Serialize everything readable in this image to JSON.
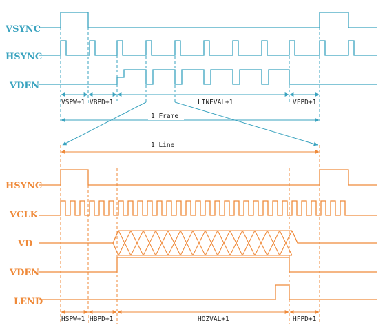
{
  "colors": {
    "top": "#3aa3bf",
    "bottom": "#ef8a3a",
    "text_dark": "#222222"
  },
  "top_section": {
    "signals": [
      {
        "key": "vsync",
        "label": "VSYNC"
      },
      {
        "key": "hsync",
        "label": "HSYNC"
      },
      {
        "key": "vden",
        "label": "VDEN"
      }
    ],
    "measurements": [
      {
        "key": "vspw",
        "label": "VSPW+1"
      },
      {
        "key": "vbpd",
        "label": "VBPD+1"
      },
      {
        "key": "lineval",
        "label": "LINEVAL+1"
      },
      {
        "key": "vfpd",
        "label": "VFPD+1"
      }
    ],
    "span_label": "1 Frame"
  },
  "bottom_section": {
    "span_label": "1 Line",
    "signals": [
      {
        "key": "hsync",
        "label": "HSYNC"
      },
      {
        "key": "vclk",
        "label": "VCLK"
      },
      {
        "key": "vd",
        "label": "VD"
      },
      {
        "key": "vden",
        "label": "VDEN"
      },
      {
        "key": "lend",
        "label": "LEND"
      }
    ],
    "measurements": [
      {
        "key": "hspw",
        "label": "HSPW+1"
      },
      {
        "key": "hbpd",
        "label": "HBPD+1"
      },
      {
        "key": "hozval",
        "label": "HOZVAL+1"
      },
      {
        "key": "hfpd",
        "label": "HFPD+1"
      }
    ]
  }
}
